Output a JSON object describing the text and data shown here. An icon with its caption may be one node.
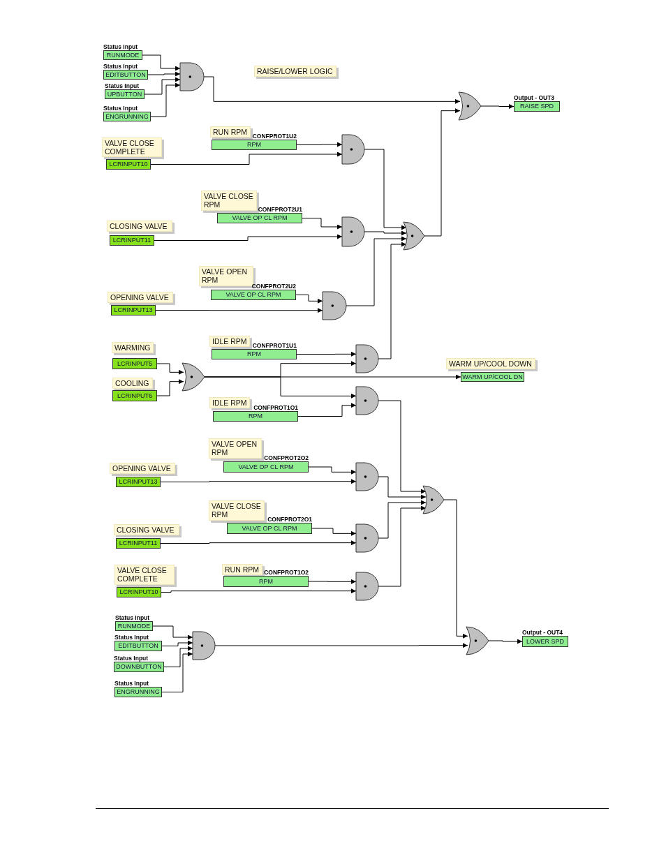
{
  "diagram": {
    "nodes": [
      {
        "text": [
          "Status Input",
          "RUNMODE"
        ]
      },
      {
        "text": [
          "Status Input",
          "EDITBUTTON"
        ]
      },
      {
        "text": [
          "Status Input",
          "UPBUTTON"
        ]
      },
      {
        "text": [
          "Status Input",
          "ENGRUNNING"
        ]
      },
      {
        "text": [],
        "shape": "and-gate"
      },
      {
        "text": [
          "RAISE/LOWER LOGIC"
        ]
      },
      {
        "text": [],
        "shape": "or-gate"
      },
      {
        "text": [
          "Output - OUT3",
          "RAISE SPD"
        ]
      },
      {
        "text": [
          "RUN RPM"
        ]
      },
      {
        "text": [
          "CONFPROT1U2",
          "RPM"
        ]
      },
      {
        "text": [
          "VALVE CLOSE COMPLETE"
        ]
      },
      {
        "text": [
          "LCRINPUT10"
        ]
      },
      {
        "text": [],
        "shape": "and-gate"
      },
      {
        "text": [
          "VALVE CLOSE RPM"
        ]
      },
      {
        "text": [
          "CONFPROT2U1",
          "VALVE OP CL RPM"
        ]
      },
      {
        "text": [
          "CLOSING VALVE"
        ]
      },
      {
        "text": [
          "LCRINPUT11"
        ]
      },
      {
        "text": [],
        "shape": "and-gate"
      },
      {
        "text": [],
        "shape": "or-gate"
      },
      {
        "text": [
          "VALVE OPEN RPM"
        ]
      },
      {
        "text": [
          "CONFPROT2U2",
          "VALVE OP CL RPM"
        ]
      },
      {
        "text": [
          "OPENING VALVE"
        ]
      },
      {
        "text": [
          "LCRINPUT13"
        ]
      },
      {
        "text": [],
        "shape": "and-gate"
      },
      {
        "text": [
          "WARMING"
        ]
      },
      {
        "text": [
          "LCRINPUT5"
        ]
      },
      {
        "text": [
          "COOLING"
        ]
      },
      {
        "text": [
          "LCRINPUT6"
        ]
      },
      {
        "text": [],
        "shape": "or-gate"
      },
      {
        "text": [
          "IDLE RPM"
        ]
      },
      {
        "text": [
          "CONFPROT1U1",
          "RPM"
        ]
      },
      {
        "text": [],
        "shape": "and-gate"
      },
      {
        "text": [
          "WARM UP/COOL DOWN"
        ]
      },
      {
        "text": [
          "WARM UP/COOL DN"
        ]
      },
      {
        "text": [
          "IDLE RPM"
        ]
      },
      {
        "text": [
          "CONFPROT1O1",
          "RPM"
        ]
      },
      {
        "text": [],
        "shape": "and-gate"
      },
      {
        "text": [
          "VALVE OPEN RPM"
        ]
      },
      {
        "text": [
          "CONFPROT2O2",
          "VALVE OP CL RPM"
        ]
      },
      {
        "text": [
          "OPENING VALVE"
        ]
      },
      {
        "text": [
          "LCRINPUT13"
        ]
      },
      {
        "text": [],
        "shape": "and-gate"
      },
      {
        "text": [],
        "shape": "or-gate"
      },
      {
        "text": [
          "VALVE CLOSE RPM"
        ]
      },
      {
        "text": [
          "CONFPROT2O1",
          "VALVE OP CL RPM"
        ]
      },
      {
        "text": [
          "CLOSING VALVE"
        ]
      },
      {
        "text": [
          "LCRINPUT11"
        ]
      },
      {
        "text": [],
        "shape": "and-gate"
      },
      {
        "text": [
          "RUN RPM"
        ]
      },
      {
        "text": [
          "CONFPROT1O2",
          "RPM"
        ]
      },
      {
        "text": [
          "VALVE CLOSE COMPLETE"
        ]
      },
      {
        "text": [
          "LCRINPUT10"
        ]
      },
      {
        "text": [],
        "shape": "and-gate"
      },
      {
        "text": [
          "Status Input",
          "RUNMODE"
        ]
      },
      {
        "text": [
          "Status Input",
          "EDITBUTTON"
        ]
      },
      {
        "text": [
          "Status Input",
          "DOWNBUTTON"
        ]
      },
      {
        "text": [
          "Status Input",
          "ENGRUNNING"
        ]
      },
      {
        "text": [],
        "shape": "and-gate"
      },
      {
        "text": [],
        "shape": "or-gate"
      },
      {
        "text": [
          "Output - OUT4",
          "LOWER SPD"
        ]
      }
    ],
    "edges": [
      {
        "from": 0,
        "to": 4,
        "arrow": "to"
      },
      {
        "from": 1,
        "to": 4,
        "arrow": "to"
      },
      {
        "from": 2,
        "to": 4,
        "arrow": "to"
      },
      {
        "from": 3,
        "to": 4,
        "arrow": "to"
      },
      {
        "from": 4,
        "to": 6,
        "arrow": "to"
      },
      {
        "from": 18,
        "to": 6,
        "arrow": "to"
      },
      {
        "from": 6,
        "to": 7,
        "arrow": "to"
      },
      {
        "from": 9,
        "to": 12,
        "arrow": "to"
      },
      {
        "from": 11,
        "to": 12,
        "arrow": "to"
      },
      {
        "from": 12,
        "to": 18,
        "arrow": "to"
      },
      {
        "from": 14,
        "to": 17,
        "arrow": "to"
      },
      {
        "from": 16,
        "to": 17,
        "arrow": "to"
      },
      {
        "from": 17,
        "to": 18,
        "arrow": "to"
      },
      {
        "from": 20,
        "to": 23,
        "arrow": "to"
      },
      {
        "from": 22,
        "to": 23,
        "arrow": "to"
      },
      {
        "from": 23,
        "to": 18,
        "arrow": "to"
      },
      {
        "from": 25,
        "to": 28,
        "arrow": "to"
      },
      {
        "from": 27,
        "to": 28,
        "arrow": "to"
      },
      {
        "from": 28,
        "to": 33,
        "arrow": "to"
      },
      {
        "from": 30,
        "to": 31,
        "arrow": "to"
      },
      {
        "from": 28,
        "to": 31,
        "arrow": "to"
      },
      {
        "from": 28,
        "to": 36,
        "arrow": "to"
      },
      {
        "from": 35,
        "to": 36,
        "arrow": "to"
      },
      {
        "from": 31,
        "to": 18,
        "arrow": "to"
      },
      {
        "from": 36,
        "to": 42,
        "arrow": "to"
      },
      {
        "from": 38,
        "to": 41,
        "arrow": "to"
      },
      {
        "from": 40,
        "to": 41,
        "arrow": "to"
      },
      {
        "from": 41,
        "to": 42,
        "arrow": "to"
      },
      {
        "from": 44,
        "to": 47,
        "arrow": "to"
      },
      {
        "from": 46,
        "to": 47,
        "arrow": "to"
      },
      {
        "from": 47,
        "to": 42,
        "arrow": "to"
      },
      {
        "from": 49,
        "to": 52,
        "arrow": "to"
      },
      {
        "from": 51,
        "to": 52,
        "arrow": "to"
      },
      {
        "from": 52,
        "to": 42,
        "arrow": "to"
      },
      {
        "from": 53,
        "to": 57,
        "arrow": "to"
      },
      {
        "from": 54,
        "to": 57,
        "arrow": "to"
      },
      {
        "from": 55,
        "to": 57,
        "arrow": "to"
      },
      {
        "from": 56,
        "to": 57,
        "arrow": "to"
      },
      {
        "from": 42,
        "to": 58,
        "arrow": "to"
      },
      {
        "from": 57,
        "to": 58,
        "arrow": "to"
      },
      {
        "from": 58,
        "to": 59,
        "arrow": "to"
      }
    ]
  }
}
